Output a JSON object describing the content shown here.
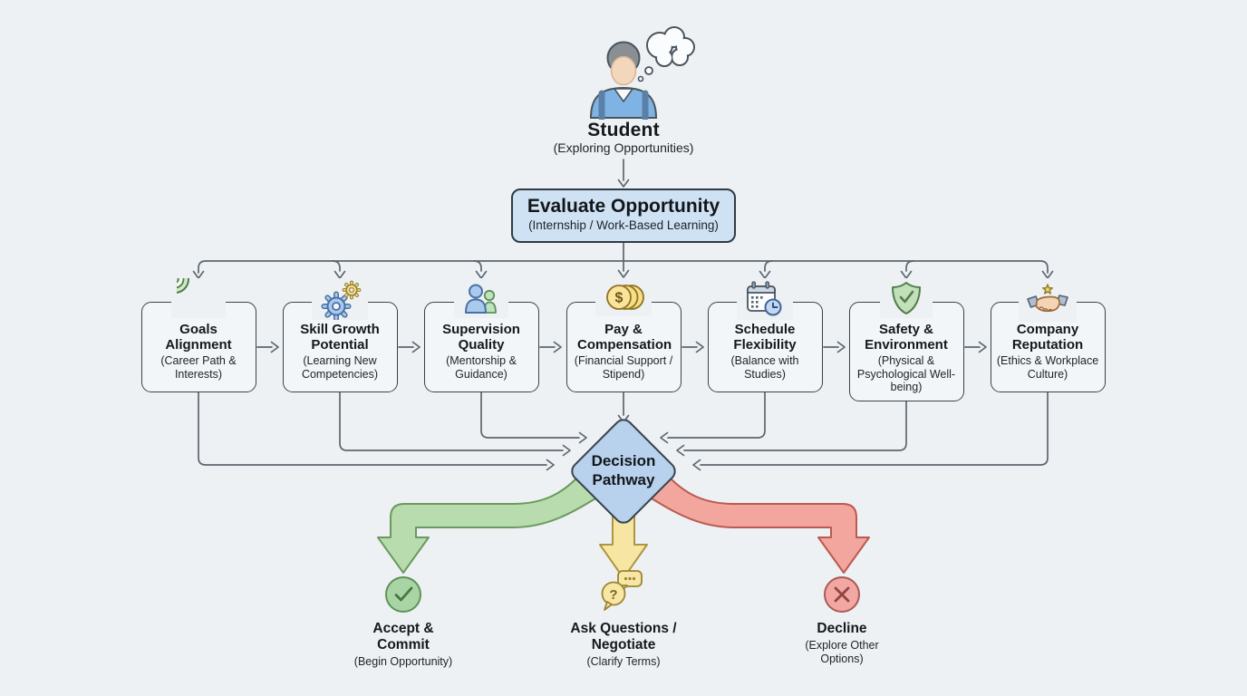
{
  "student": {
    "title": "Student",
    "subtitle": "(Exploring Opportunities)",
    "icon": "student-person-icon"
  },
  "evaluate": {
    "title": "Evaluate Opportunity",
    "subtitle": "(Internship / Work-Based Learning)"
  },
  "criteria": [
    {
      "title": "Goals Alignment",
      "subtitle": "(Career Path & Interests)",
      "icon": "target-icon"
    },
    {
      "title": "Skill Growth Potential",
      "subtitle": "(Learning New Competencies)",
      "icon": "gears-icon"
    },
    {
      "title": "Supervision Quality",
      "subtitle": "(Mentorship & Guidance)",
      "icon": "people-icon"
    },
    {
      "title": "Pay & Compensation",
      "subtitle": "(Financial Support / Stipend)",
      "icon": "coins-icon"
    },
    {
      "title": "Schedule Flexibility",
      "subtitle": "(Balance with Studies)",
      "icon": "calendar-clock-icon"
    },
    {
      "title": "Safety & Environment",
      "subtitle": "(Physical & Psychological Well-being)",
      "icon": "shield-check-icon"
    },
    {
      "title": "Company Reputation",
      "subtitle": "(Ethics & Workplace Culture)",
      "icon": "handshake-star-icon"
    }
  ],
  "decision": {
    "title": "Decision Pathway"
  },
  "outcomes": [
    {
      "title": "Accept & Commit",
      "subtitle": "(Begin Opportunity)",
      "icon": "check-circle-icon",
      "arrow_color": "#b8dcad"
    },
    {
      "title": "Ask Questions / Negotiate",
      "subtitle": "(Clarify Terms)",
      "icon": "question-bubbles-icon",
      "arrow_color": "#f7e6a3"
    },
    {
      "title": "Decline",
      "subtitle": "(Explore Other Options)",
      "icon": "x-circle-icon",
      "arrow_color": "#f2a69d"
    }
  ],
  "colors": {
    "background": "#edf1f3",
    "box_fill": "#f2f6f9",
    "box_border": "#39434d",
    "evaluate_fill": "#cfe2f4",
    "diamond_fill": "#b8d1ec",
    "connector": "#5c6670",
    "accept_green": "#b8dcad",
    "negotiate_yellow": "#f7e6a3",
    "decline_red": "#f2a69d"
  }
}
